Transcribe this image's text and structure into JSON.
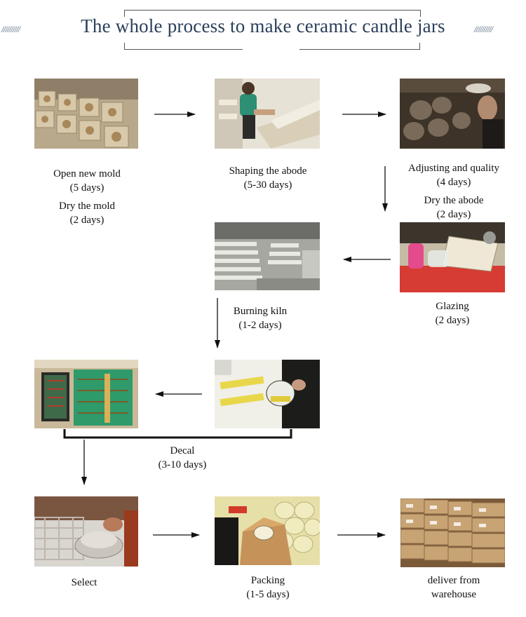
{
  "title": "The whole process to make ceramic candle jars",
  "title_decoration": "//////////",
  "steps": {
    "open_mold": {
      "line1": "Open new mold",
      "line2": "(5 days)",
      "line3": "Dry the mold",
      "line4": "(2 days)"
    },
    "shaping": {
      "line1": "Shaping the abode",
      "line2": "(5-30 days)"
    },
    "adjusting": {
      "line1": "Adjusting and quality",
      "line2": "(4 days)",
      "line3": "Dry the abode",
      "line4": "(2 days)"
    },
    "glazing": {
      "line1": "Glazing",
      "line2": "(2 days)"
    },
    "burning": {
      "line1": "Burning kiln",
      "line2": "(1-2 days)"
    },
    "decal": {
      "line1": "Decal",
      "line2": "(3-10 days)"
    },
    "select": {
      "line1": "Select"
    },
    "packing": {
      "line1": "Packing",
      "line2": "(1-5 days)"
    },
    "deliver": {
      "line1": "deliver from",
      "line2": "warehouse"
    }
  },
  "colors": {
    "title": "#2a3f5a",
    "arrow": "#111111"
  }
}
